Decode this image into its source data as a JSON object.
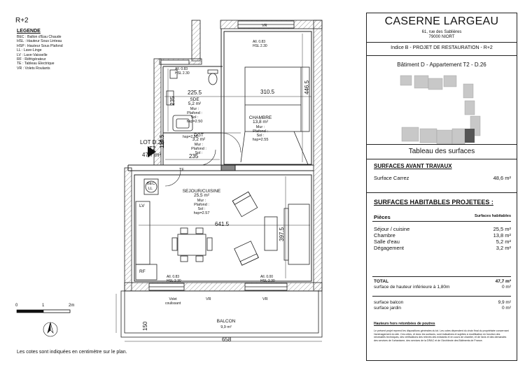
{
  "level": "R+2",
  "legend": {
    "title": "LEGENDE",
    "items": [
      "BEC : Ballon d'Eau Chaude",
      "HSL : Hauteur Sous Linteau",
      "HSP : Hauteur Sous Plafond",
      "LL : Lave-Linge",
      "LV : Lave-Vaisselle",
      "RF : Réfrigérateur",
      "TE : Tableau Electrique",
      "VR : Volets Roulants"
    ]
  },
  "plan": {
    "lot": "LOT D.26",
    "type": "T2",
    "area": "47,7 m²",
    "sde": {
      "name": "SDE",
      "area": "5,2 m²",
      "l1": "Mur :",
      "l2": "Plafond :",
      "l3": "Sol :",
      "hsp": "hsp=2.50"
    },
    "dgt": {
      "name": "DGT",
      "area": "3,2 m²",
      "l1": "Mur :",
      "l2": "Plafond :",
      "l3": "Sol :"
    },
    "chambre": {
      "name": "CHAMBRE",
      "area": "13,8 m²",
      "l1": "Mur :",
      "l2": "Plafond :",
      "l3": "Sol :",
      "hsp": "hsp=2.55"
    },
    "sejour": {
      "name": "SEJOUR/CUISINE",
      "area": "25,5 m²",
      "l1": "Mur :",
      "l2": "Plafond :",
      "l3": "Sol :",
      "hsp": "hsp=2.57"
    },
    "balcon": {
      "name": "BALCON",
      "area": "9,9 m²"
    },
    "dims": {
      "d225": "225.5",
      "d3105": "310.5",
      "d4465": "446.5",
      "d235v": "235",
      "d105": "110.5",
      "d235h": "235",
      "d6415": "641.5",
      "d3975": "397.5",
      "d150": "150",
      "d658": "658"
    },
    "hsp255": "hsp=2.55",
    "vr_top": "VR",
    "vr_bottom1": "VR",
    "vr_bottom2": "VR",
    "ch_window": {
      "l1": "All. 0.83",
      "l2": "HSL 2.30"
    },
    "sde_window": {
      "l1": "All. 0.83",
      "l2": "HSL 2.30"
    },
    "sej_window1": {
      "l1": "All. 0.83",
      "l2": "HSL 2.30"
    },
    "sej_window2": {
      "l1": "All. 0.00",
      "l2": "HSL 2.30"
    },
    "volet": {
      "l1": "Volet",
      "l2": "coulissant"
    },
    "te": "TE",
    "bec": "BEC",
    "ll": "LL",
    "lv": "LV",
    "rf": "RF",
    "scale": {
      "s0": "0",
      "s1": "1",
      "s2": "2m"
    },
    "note": "Les cotes sont indiquées en centimètre sur le plan."
  },
  "panel": {
    "title": "CASERNE LARGEAU",
    "address1": "61, rue des Sablières",
    "address2": "79000 NIORT",
    "project": "Indice B - PROJET DE RESTAURATION - R+2",
    "apt": "Bâtiment D - Appartement T2 - D.26",
    "table_title": "Tableau des surfaces",
    "before_title": "SURFACES AVANT TRAVAUX",
    "carrez_label": "Surface Carrez",
    "carrez_value": "48,6 m²",
    "after_title": "SURFACES HABITABLES PROJETEES :",
    "pieces_header": "Pièces",
    "hab_header": "Surfaces habitables",
    "rooms": [
      {
        "name": "Séjour / cuisine",
        "value": "25,5 m²"
      },
      {
        "name": "Chambre",
        "value": "13,8 m²"
      },
      {
        "name": "Salle d'eau",
        "value": "5,2 m²"
      },
      {
        "name": "Dégagement",
        "value": "3,2 m²"
      }
    ],
    "total_label": "TOTAL",
    "total_value": "47,7 m²",
    "under_label": "surface de hauteur inférieure à 1,80m",
    "under_value": "0 m²",
    "balcon_label": "surface balcon",
    "balcon_value": "9,9 m²",
    "jardin_label": "surface jardin",
    "jardin_value": "0 m²",
    "footnote_title": "Hauteurs hors retombées de poutres",
    "fineprint": "Le présent projet reprend les dispositions générales du lot. Les cotes dépendent du choix final du propriétaire concernant l'aménagement du site. Ces côtes, et donc les surfaces, sont indicatives et sujettes à modification en fonction des nécessités techniques, des vérifications des relevés des existants et en cours de chantier, et de l'avis et des demandes des services de l'urbanisme, des services de la DRAC et de l'Architecte des Bâtiments de France."
  },
  "colors": {
    "line": "#222222",
    "hatch": "#9a9a9a",
    "highlight": "#666666"
  }
}
